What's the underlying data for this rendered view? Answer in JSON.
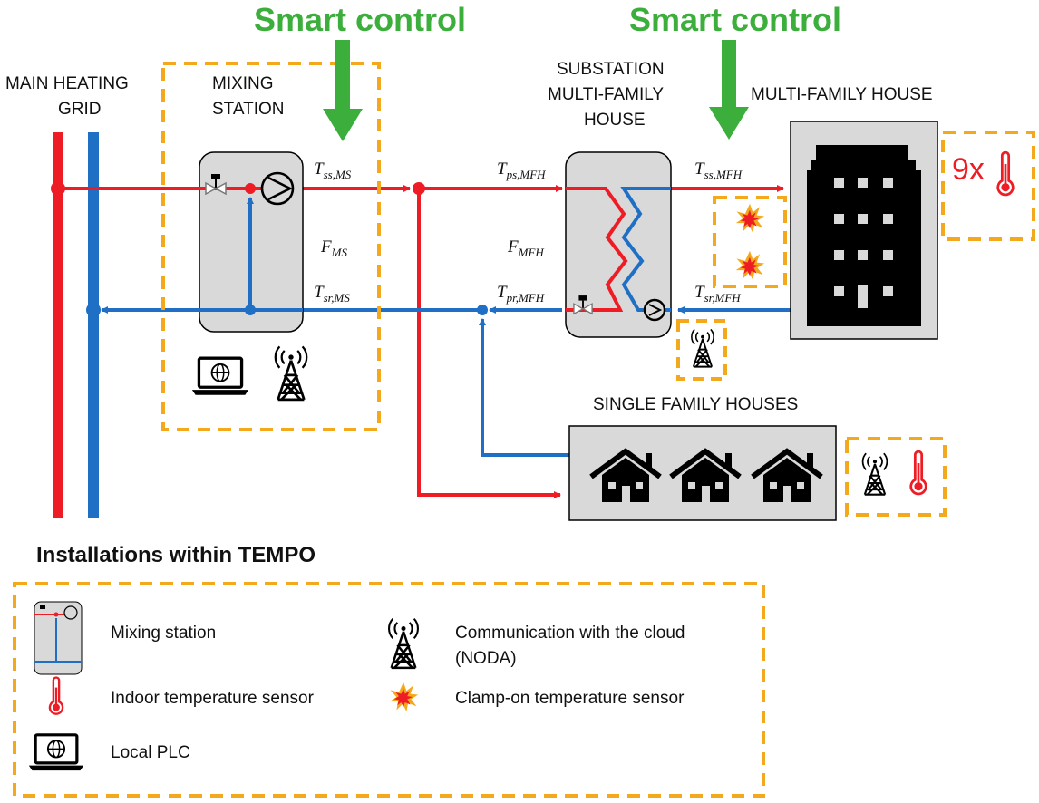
{
  "colors": {
    "supply": "#ee1c24",
    "return": "#1f6fc4",
    "control": "#3cae3c",
    "dashed_box": "#f4a81c",
    "station_fill": "#d9d9d9",
    "building": "#000000"
  },
  "labels": {
    "smart_control_1": "Smart control",
    "smart_control_2": "Smart control",
    "main_grid_line1": "MAIN HEATING",
    "main_grid_line2": "GRID",
    "mixing_line1": "MIXING",
    "mixing_line2": "STATION",
    "substation_line1": "SUBSTATION",
    "substation_line2": "MULTI-FAMILY",
    "substation_line3": "HOUSE",
    "mfh": "MULTI-FAMILY HOUSE",
    "sfh": "SINGLE FAMILY HOUSES",
    "nine_x": "9x"
  },
  "variables": {
    "tss_ms": {
      "main": "T",
      "sub": "ss,MS"
    },
    "tsr_ms": {
      "main": "T",
      "sub": "sr,MS"
    },
    "f_ms": {
      "main": "F",
      "sub": "MS"
    },
    "tps_mfh": {
      "main": "T",
      "sub": "ps,MFH"
    },
    "tpr_mfh": {
      "main": "T",
      "sub": "pr,MFH"
    },
    "f_mfh": {
      "main": "F",
      "sub": "MFH"
    },
    "tss_mfh": {
      "main": "T",
      "sub": "ss,MFH"
    },
    "tsr_mfh": {
      "main": "T",
      "sub": "sr,MFH"
    }
  },
  "legend": {
    "title": "Installations within TEMPO",
    "items": {
      "mixing_station": "Mixing station",
      "indoor_sensor": "Indoor temperature sensor",
      "local_plc": "Local PLC",
      "cloud_line1": "Communication with the cloud",
      "cloud_line2": "(NODA)",
      "clamp_sensor": "Clamp-on temperature sensor"
    }
  }
}
